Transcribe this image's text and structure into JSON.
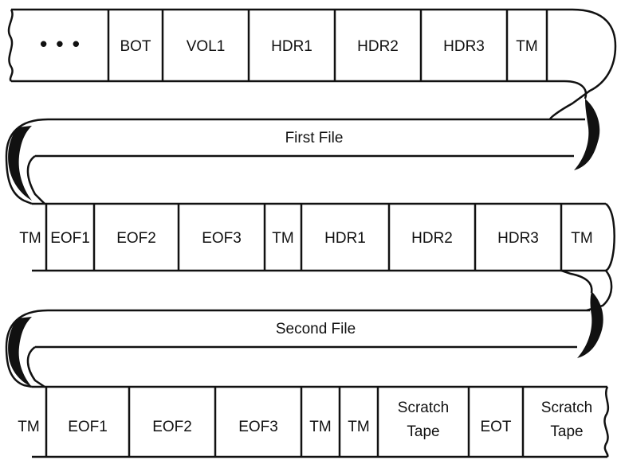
{
  "row1": [
    "• • •",
    "BOT",
    "VOL1",
    "HDR1",
    "HDR2",
    "HDR3",
    "TM"
  ],
  "band1": "First File",
  "row2": [
    "TM",
    "EOF1",
    "EOF2",
    "EOF3",
    "TM",
    "HDR1",
    "HDR2",
    "HDR3",
    "TM"
  ],
  "band2": "Second File",
  "row3": [
    "TM",
    "EOF1",
    "EOF2",
    "EOF3",
    "TM",
    "TM",
    "Scratch\nTape",
    "EOT",
    "Scratch\nTape"
  ],
  "colors": {
    "ink": "#111111",
    "paper": "#ffffff"
  }
}
